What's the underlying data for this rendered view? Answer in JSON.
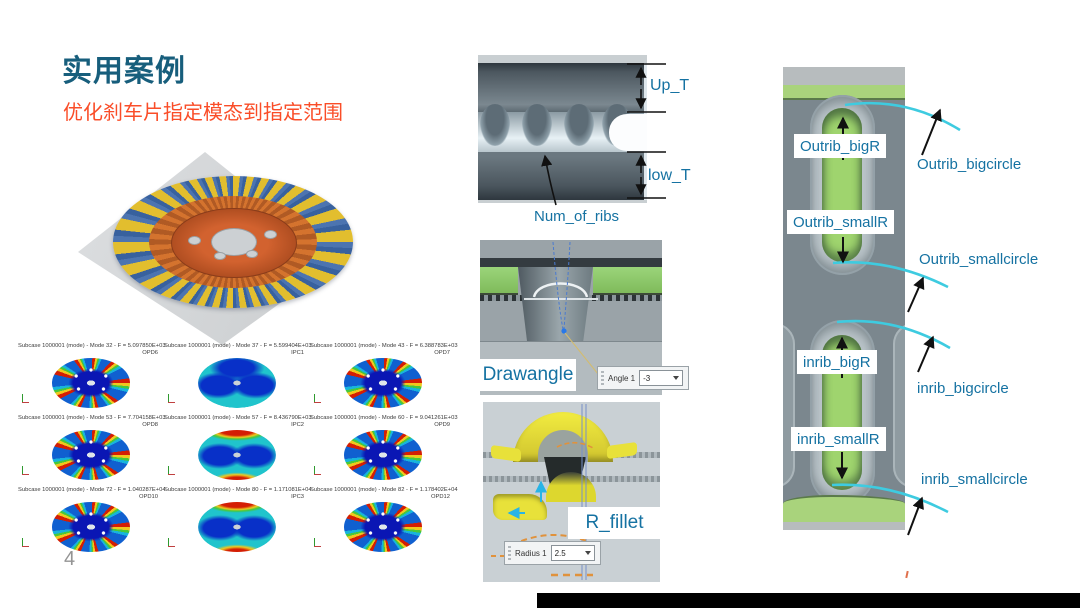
{
  "slide": {
    "title": "实用案例",
    "subtitle": "优化刹车片指定模态到指定范围",
    "page_number": "4"
  },
  "colors": {
    "title_teal": "#175e7c",
    "accent_orange": "#fa4d28",
    "annotation_teal": "#1572a2",
    "arc_cyan": "#3ecbe0"
  },
  "modal_grid": {
    "cells": [
      {
        "label": "Subcase 1000001 (mode) - Mode 32 - F = 5.097850E+03",
        "tag": "OPD6"
      },
      {
        "label": "Subcase 1000001 (mode) - Mode 37 - F = 5.599404E+03",
        "tag": "IPC1"
      },
      {
        "label": "Subcase 1000001 (mode) - Mode 43 - F = 6.388783E+03",
        "tag": "OPD7"
      },
      {
        "label": "Subcase 1000001 (mode) - Mode 53 - F = 7.704158E+03",
        "tag": "OPD8"
      },
      {
        "label": "Subcase 1000001 (mode) - Mode 57 - F = 8.436790E+03",
        "tag": "IPC2"
      },
      {
        "label": "Subcase 1000001 (mode) - Mode 60 - F = 9.041261E+03",
        "tag": "OPD9"
      },
      {
        "label": "Subcase 1000001 (mode) - Mode 72 - F = 1.040287E+04",
        "tag": "OPD10"
      },
      {
        "label": "Subcase 1000001 (mode) - Mode 80 - F = 1.171081E+04",
        "tag": "IPC3"
      },
      {
        "label": "Subcase 1000001 (mode) - Mode 82 - F = 1.178402E+04",
        "tag": "OPD12"
      }
    ]
  },
  "section_view": {
    "up_t": "Up_T",
    "low_t": "low_T",
    "num_of_ribs": "Num_of_ribs"
  },
  "drawangle": {
    "label": "Drawangle",
    "param_name": "Angle 1",
    "param_value": "-3"
  },
  "r_fillet": {
    "label": "R_fillet",
    "param_name": "Radius 1",
    "param_value": "2.5"
  },
  "rib_panel": {
    "outrib_bigR": "Outrib_bigR",
    "outrib_smallR": "Outrib_smallR",
    "inrib_bigR": "inrib_bigR",
    "inrib_smallR": "inrib_smallR",
    "outrib_bigcircle": "Outrib_bigcircle",
    "outrib_smallcircle": "Outrib_smallcircle",
    "inrib_bigcircle": "inrib_bigcircle",
    "inrib_smallcircle": "inrib_smallcircle"
  }
}
